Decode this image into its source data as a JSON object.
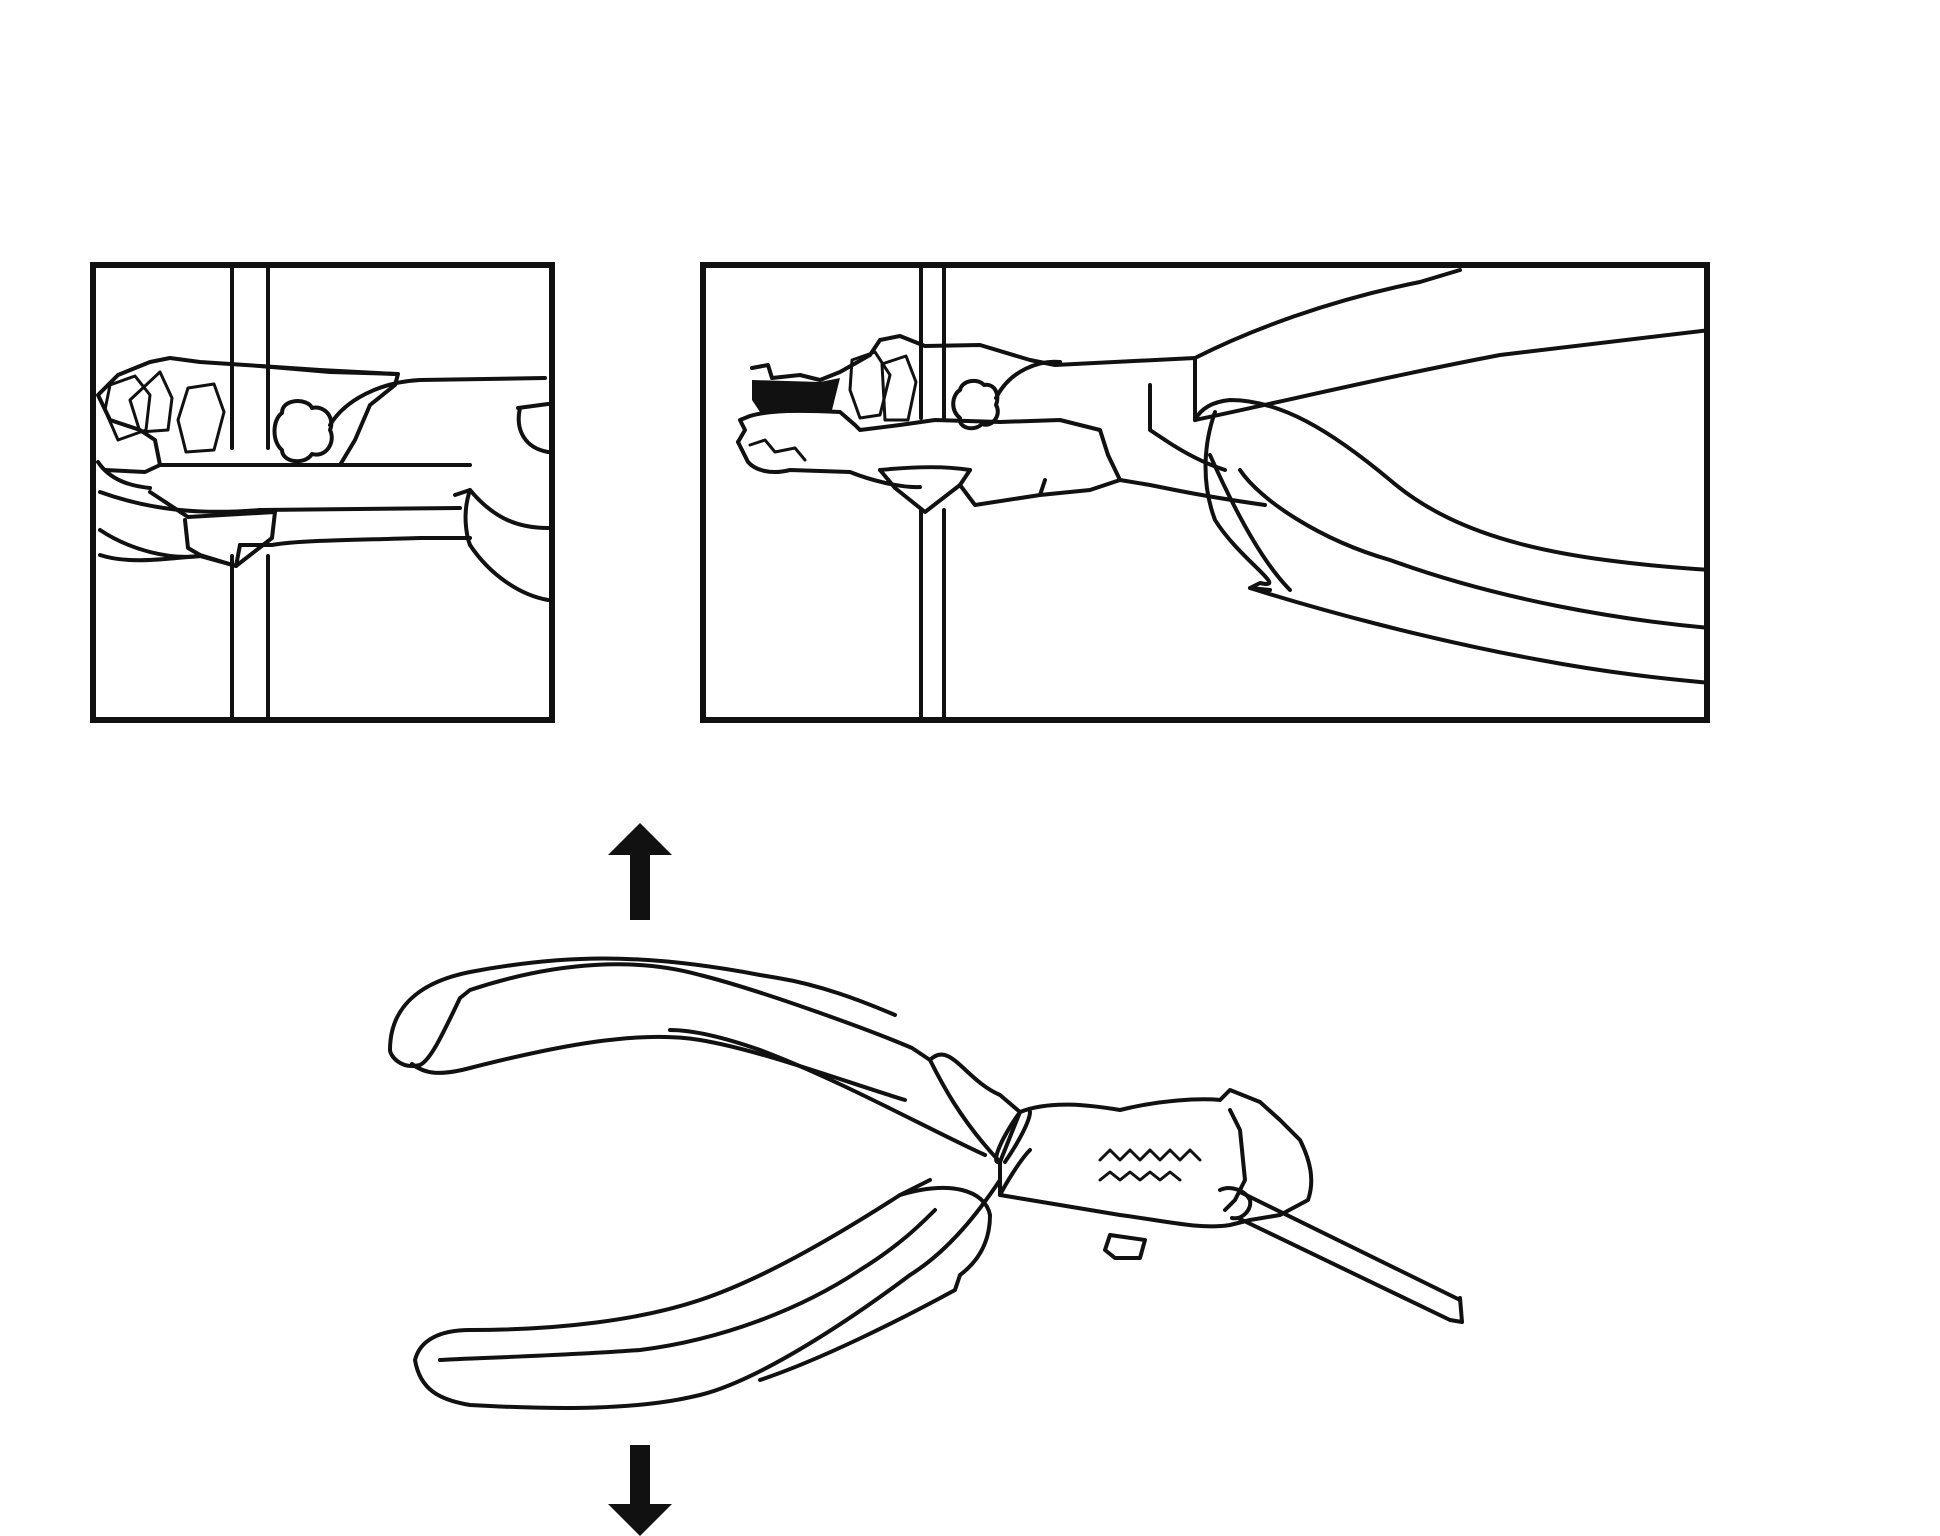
{
  "illustration": {
    "background_color": "#ffffff",
    "line_color": "#111111",
    "panels": [
      {
        "name": "jaw-detail-close-up"
      },
      {
        "name": "pliers-head-detail"
      }
    ],
    "main_figure": "wire-stripping-pliers",
    "direction_icons": [
      "arrow-up-icon",
      "arrow-down-icon"
    ]
  }
}
